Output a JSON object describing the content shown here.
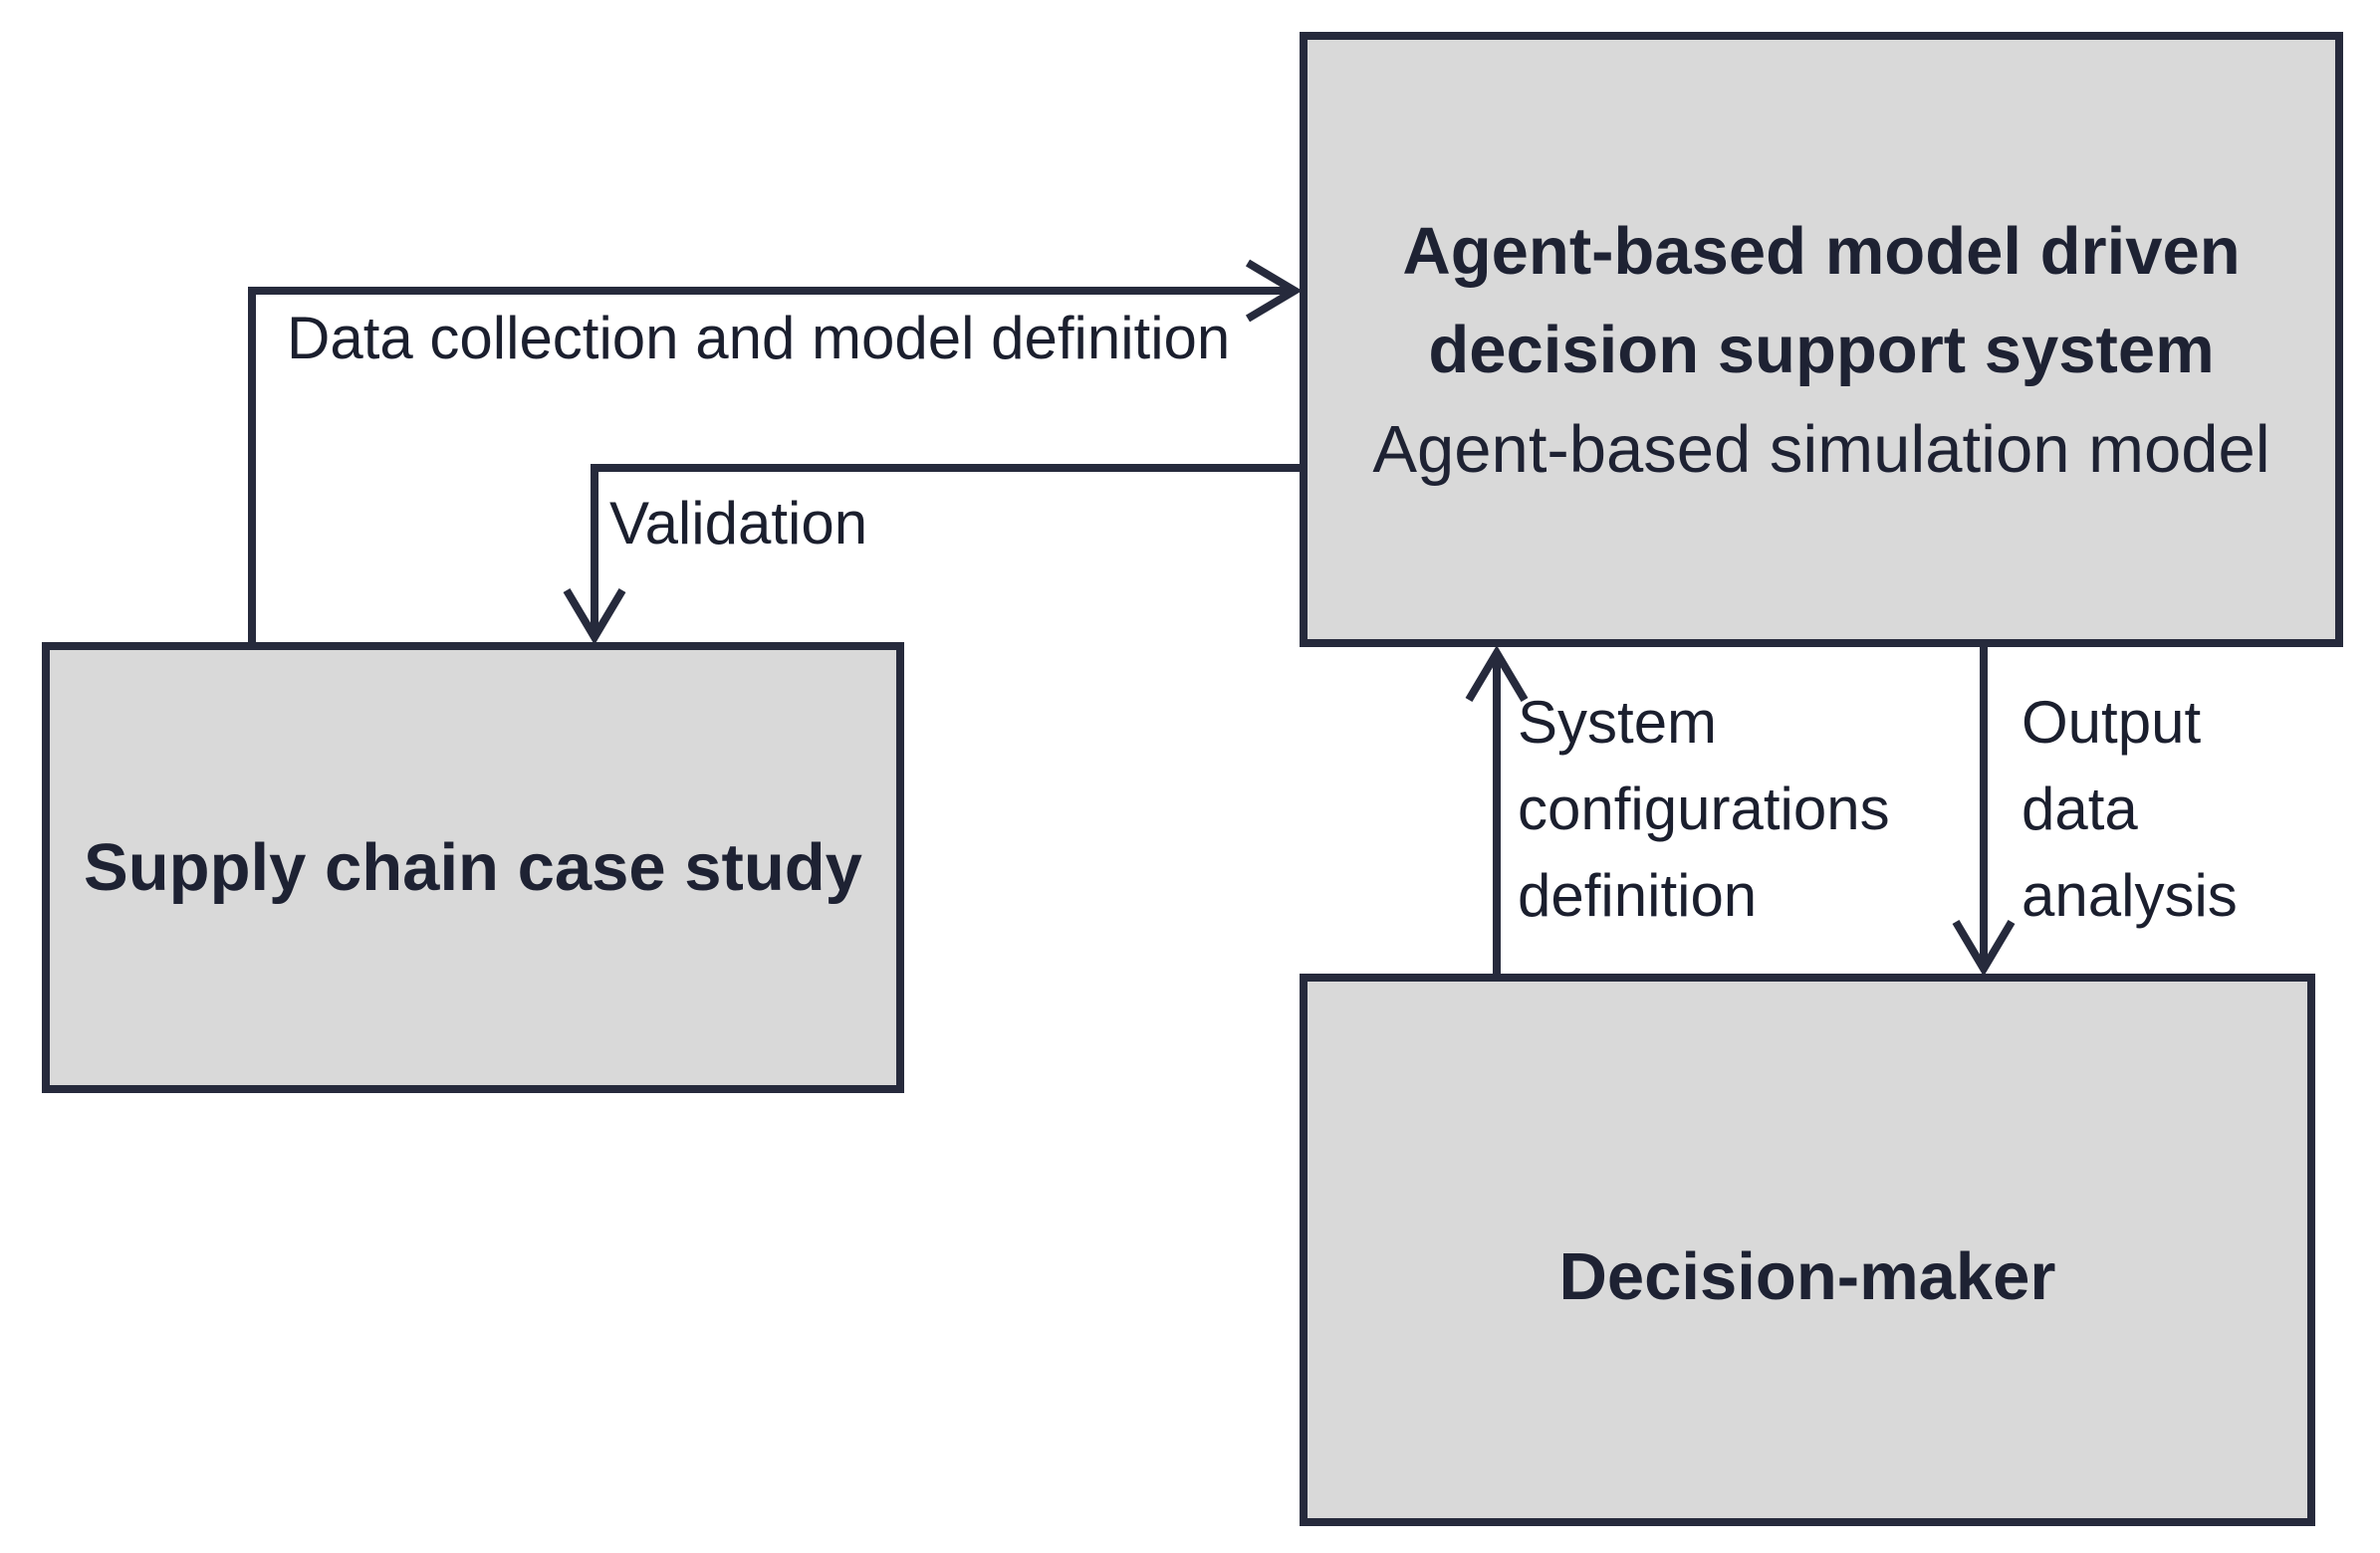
{
  "figure": {
    "background": "#ffffff",
    "colors": {
      "box_fill": "#d9d9d9",
      "stroke": "#262a3c",
      "title_text": "#1e2233",
      "label_text": "#1b1f2e"
    },
    "boxes": {
      "supply_chain": {
        "title": "Supply chain case study"
      },
      "dss": {
        "title_line1": "Agent-based model driven",
        "title_line2": "decision support system",
        "subtitle": "Agent-based simulation model"
      },
      "decision_maker": {
        "title": "Decision-maker"
      }
    },
    "arrows": {
      "data_collection": {
        "label": "Data collection and model definition",
        "from": "supply_chain",
        "to": "dss"
      },
      "validation": {
        "label": "Validation",
        "from": "dss",
        "to": "supply_chain"
      },
      "system_config": {
        "label_lines": [
          "System",
          "configurations",
          "definition"
        ],
        "from": "decision_maker",
        "to": "dss"
      },
      "output_analysis": {
        "label_lines": [
          "Output",
          "data",
          "analysis"
        ],
        "from": "dss",
        "to": "decision_maker"
      }
    }
  }
}
